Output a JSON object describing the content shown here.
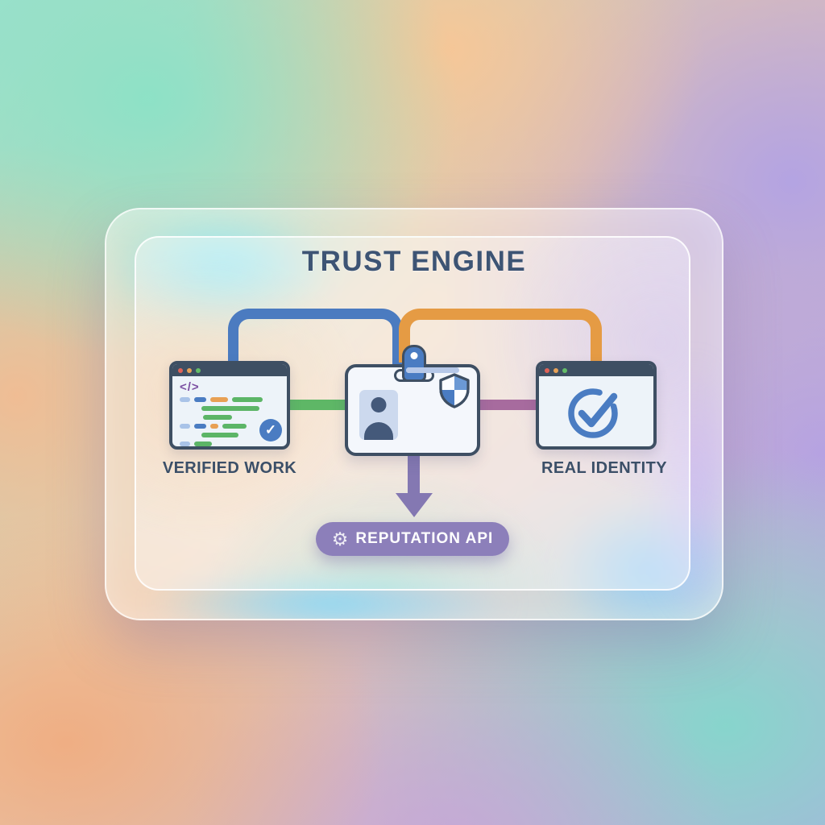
{
  "title": "TRUST ENGINE",
  "nodes": [
    {
      "id": "verified-work",
      "label": "VERIFIED WORK",
      "type": "code-browser-window"
    },
    {
      "id": "identity-badge",
      "label": "",
      "type": "id-badge-card"
    },
    {
      "id": "real-identity",
      "label": "REAL IDENTITY",
      "type": "check-browser-window"
    }
  ],
  "reputation_api": {
    "label": "REPUTATION API",
    "icon": "gear-icon"
  },
  "icons": {
    "code_glyph": "</>",
    "check_glyph": "✓",
    "gear_glyph": "⚙"
  },
  "connectors": [
    {
      "from": "verified-work",
      "to": "identity-badge",
      "route": "over-top",
      "color": "#4b7bc0"
    },
    {
      "from": "identity-badge",
      "to": "real-identity",
      "route": "over-top",
      "color": "#e59b44"
    },
    {
      "from": "verified-work",
      "to": "identity-badge",
      "route": "straight",
      "color": "#5eb766"
    },
    {
      "from": "identity-badge",
      "to": "real-identity",
      "route": "straight",
      "color": "#a76b9e"
    },
    {
      "from": "identity-badge",
      "to": "reputation-api",
      "route": "arrow-down",
      "color": "#8478b2"
    }
  ],
  "code_lines": [
    {
      "indent": 0,
      "segments": [
        {
          "c": "seg-lb",
          "w": 13
        },
        {
          "c": "seg-b",
          "w": 15
        },
        {
          "c": "seg-o",
          "w": 22
        },
        {
          "c": "seg-g",
          "w": 38
        }
      ]
    },
    {
      "indent": 27,
      "segments": [
        {
          "c": "seg-g",
          "w": 72
        }
      ]
    },
    {
      "indent": 29,
      "segments": [
        {
          "c": "seg-g",
          "w": 36
        }
      ]
    },
    {
      "indent": 0,
      "segments": [
        {
          "c": "seg-lb",
          "w": 13
        },
        {
          "c": "seg-b",
          "w": 15
        },
        {
          "c": "seg-o",
          "w": 10
        },
        {
          "c": "seg-g",
          "w": 30
        }
      ]
    },
    {
      "indent": 27,
      "segments": [
        {
          "c": "seg-g",
          "w": 46
        }
      ]
    },
    {
      "indent": 0,
      "segments": [
        {
          "c": "seg-lb",
          "w": 13
        },
        {
          "c": "seg-g",
          "w": 22
        }
      ]
    }
  ],
  "badge_text_lines": [
    {
      "w": 36
    },
    {
      "w": 66
    },
    {
      "w": 52
    }
  ],
  "colors": {
    "title": "#3d5474",
    "label": "#3b4f68",
    "slate": "#3e4f63",
    "blue": "#4b7bc0",
    "orange": "#e59b44",
    "green": "#5eb766",
    "mauve": "#a76b9e",
    "purple": "#8478b2",
    "pill": "#8c7fba",
    "panelbg": "#edf3f9",
    "badgebg": "#f4f7fc",
    "photo": "#ccd9ee",
    "person": "#44597a",
    "lightblue": "#b6c8e8",
    "codeblue": "#4a7cc2",
    "codelightblue": "#a9c3e8",
    "codegreen": "#5cb567",
    "codeorange": "#e8a054",
    "codepurple": "#7b4fa2",
    "dotred": "#e06358",
    "dotorange": "#e8a258",
    "dotgreen": "#64bd68"
  }
}
